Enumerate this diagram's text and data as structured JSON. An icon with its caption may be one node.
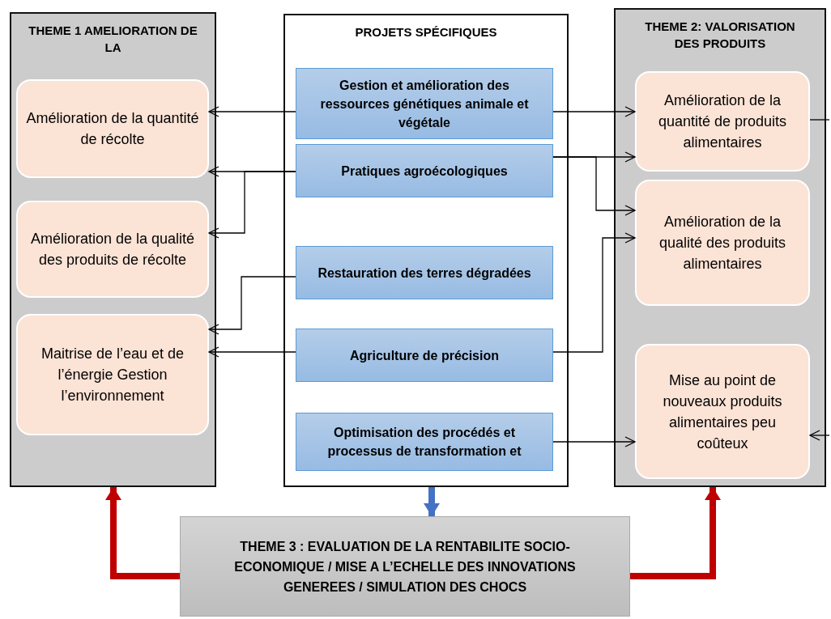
{
  "diagram": {
    "nodes": [
      {
        "text": [
          "THEME 1 AMELIORATION DE LA"
        ]
      },
      {
        "text": [
          "Amélioration de la quantité de récolte"
        ],
        "in": 0
      },
      {
        "text": [
          "Amélioration de la qualité des produits de récolte"
        ],
        "in": 0
      },
      {
        "text": [
          "Maitrise de l’eau et de l’énergie Gestion l’environnement"
        ],
        "in": 0
      },
      {
        "text": [
          "PROJETS SPÉCIFIQUES"
        ]
      },
      {
        "text": [
          "Gestion et amélioration des ressources génétiques animale et végétale"
        ],
        "in": 4
      },
      {
        "text": [
          "Pratiques agroécologiques"
        ],
        "in": 4
      },
      {
        "text": [
          "Restauration des terres dégradées"
        ],
        "in": 4
      },
      {
        "text": [
          "Agriculture de précision"
        ],
        "in": 4
      },
      {
        "text": [
          "Optimisation des procédés et processus de transformation et"
        ],
        "in": 4
      },
      {
        "text": [
          "THEME 2: VALORISATION DES PRODUITS"
        ]
      },
      {
        "text": [
          "Amélioration de la quantité de produits alimentaires"
        ],
        "in": 10
      },
      {
        "text": [
          "Amélioration de la qualité  des produits alimentaires"
        ],
        "in": 10
      },
      {
        "text": [
          "Mise au point de nouveaux produits alimentaires peu coûteux"
        ],
        "in": 10
      },
      {
        "text": [
          "THEME 3 : EVALUATION DE LA RENTABILITE SOCIO-ECONOMIQUE / MISE A L’ECHELLE DES INNOVATIONS GENEREES / SIMULATION DES CHOCS"
        ]
      }
    ],
    "edges": [
      {
        "from": 5,
        "to": 1,
        "arrow": "to"
      },
      {
        "from": 6,
        "to": 1,
        "arrow": "to"
      },
      {
        "from": 6,
        "to": 2,
        "arrow": "to"
      },
      {
        "from": 7,
        "to": 3,
        "arrow": "to"
      },
      {
        "from": 8,
        "to": 3,
        "arrow": "to"
      },
      {
        "from": 5,
        "to": 11,
        "arrow": "to"
      },
      {
        "from": 6,
        "to": 11,
        "arrow": "to"
      },
      {
        "from": 6,
        "to": 12,
        "arrow": "to"
      },
      {
        "from": 8,
        "to": 12,
        "arrow": "to"
      },
      {
        "from": 9,
        "to": 13,
        "arrow": "to"
      },
      {
        "from": 11,
        "to": null,
        "arrow": "none"
      },
      {
        "from": null,
        "to": 13,
        "arrow": "to"
      },
      {
        "from": 4,
        "to": 14,
        "arrow": "to",
        "style": "thick",
        "color": "#4472c4"
      },
      {
        "from": 14,
        "to": 0,
        "arrow": "to",
        "style": "thick",
        "color": "#c00000"
      },
      {
        "from": 14,
        "to": 10,
        "arrow": "to",
        "style": "thick",
        "color": "#c00000"
      }
    ]
  }
}
